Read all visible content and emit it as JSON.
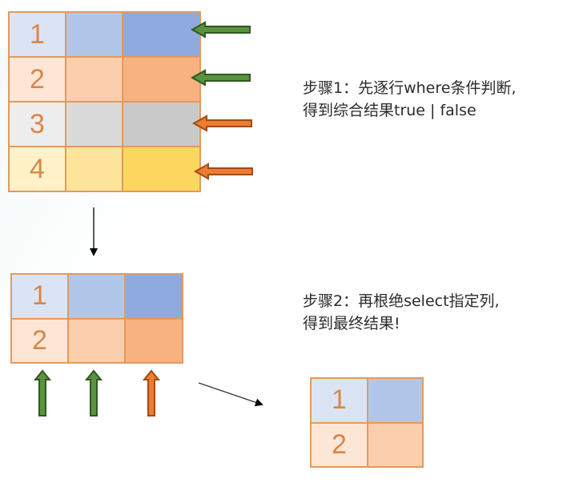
{
  "colors": {
    "border": "#e39a5c",
    "number_text": "#d9864a",
    "row1": [
      "#dbe4f5",
      "#b1c7ea",
      "#8eaadf"
    ],
    "row2": [
      "#fde6d6",
      "#fbceae",
      "#f8b282"
    ],
    "row3": [
      "#ededed",
      "#dadada",
      "#c9c9c9"
    ],
    "row4": [
      "#fff1c8",
      "#fee49a",
      "#fdd65f"
    ],
    "arrow_green": "#5b9240",
    "arrow_orange": "#ed7d31",
    "arrow_black": "#000000"
  },
  "table_full": {
    "rows": [
      {
        "label": "1",
        "filter": "match",
        "arrow": "green"
      },
      {
        "label": "2",
        "filter": "match",
        "arrow": "green"
      },
      {
        "label": "3",
        "filter": "no-match",
        "arrow": "orange"
      },
      {
        "label": "4",
        "filter": "no-match",
        "arrow": "orange"
      }
    ]
  },
  "table_filtered": {
    "rows": [
      {
        "label": "1"
      },
      {
        "label": "2"
      }
    ],
    "column_arrows": [
      "green",
      "green",
      "orange"
    ]
  },
  "table_result": {
    "rows": [
      {
        "label": "1"
      },
      {
        "label": "2"
      }
    ]
  },
  "steps": {
    "step1": {
      "line1": "步骤1：先逐行where条件判断,",
      "line2": "得到综合结果true | false"
    },
    "step2": {
      "line1": "步骤2：再根绝select指定列,",
      "line2": "得到最终结果!"
    }
  }
}
